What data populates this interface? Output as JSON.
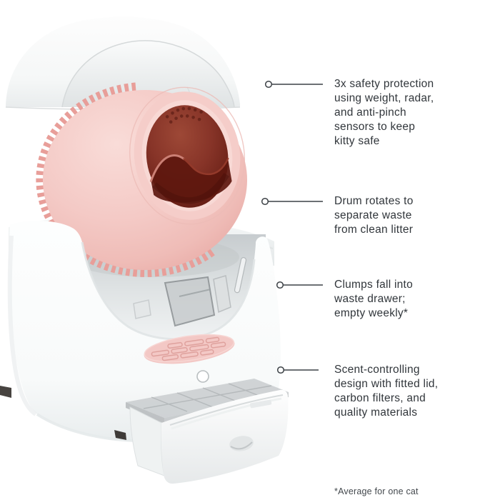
{
  "illustration": {
    "name": "automatic self-cleaning cat litter box",
    "parts": [
      "dome-lid",
      "rotating-drum",
      "drum-teeth",
      "drum-opening",
      "base-unit",
      "cradle-ramp",
      "vent-slot",
      "step-pad",
      "power-indicator",
      "waste-drawer",
      "drawer-lid",
      "drawer-front",
      "drawer-handle"
    ]
  },
  "colors": {
    "background": "#ffffff",
    "drum_pink": "#f3c6c2",
    "teeth_pink": "#e89e99",
    "drum_interior": "#86332a",
    "pad_pink": "#f3c8c5",
    "shell_white": "#fbfcfc",
    "shadow_gray": "#d9dddf",
    "text": "#31363b",
    "marker_line": "#3c4146"
  },
  "callouts": [
    {
      "id": "safety",
      "text": "3x safety protection\nusing weight, radar,\nand anti-pinch\nsensors to keep\nkitty safe"
    },
    {
      "id": "drum",
      "text": "Drum rotates to\nseparate waste\nfrom clean litter"
    },
    {
      "id": "waste-drawer",
      "text": "Clumps fall into\nwaste drawer;\nempty weekly*"
    },
    {
      "id": "scent",
      "text": "Scent-controlling\ndesign with fitted lid,\ncarbon filters, and\nquality materials"
    }
  ],
  "footnote": "*Average for one cat"
}
